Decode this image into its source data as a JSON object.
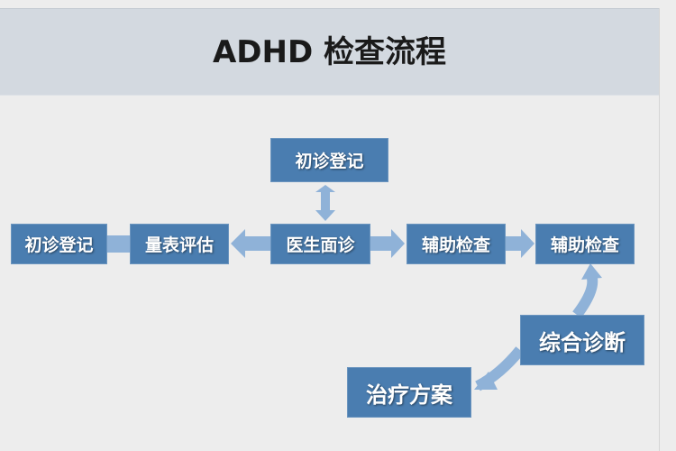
{
  "title": "ADHD 检查流程",
  "nodes": {
    "top_registration": "初诊登记",
    "left_registration": "初诊登记",
    "scale_assessment": "量表评估",
    "doctor_interview": "医生面诊",
    "auxiliary_exam_1": "辅助检查",
    "auxiliary_exam_2": "辅助检查",
    "comprehensive_diagnosis": "综合诊断",
    "treatment_plan": "治疗方案"
  },
  "colors": {
    "box": "#4a7db0",
    "arrow": "#8fb2d8",
    "header": "#d3d9e0",
    "background": "#ededed"
  }
}
